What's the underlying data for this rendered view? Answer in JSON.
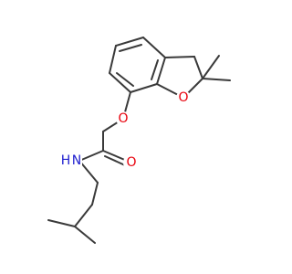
{
  "colors": {
    "bond": "#3a3a3a",
    "oxygen": "#e8000b",
    "nitrogen": "#1f1fcf",
    "hydrogen": "#1f1fcf",
    "background": "#ffffff"
  },
  "atoms": {
    "ring_oxygen": "O",
    "ether_oxygen": "O",
    "carbonyl_oxygen": "O",
    "amide_nitrogen": "N",
    "amide_hydrogen": "H"
  }
}
